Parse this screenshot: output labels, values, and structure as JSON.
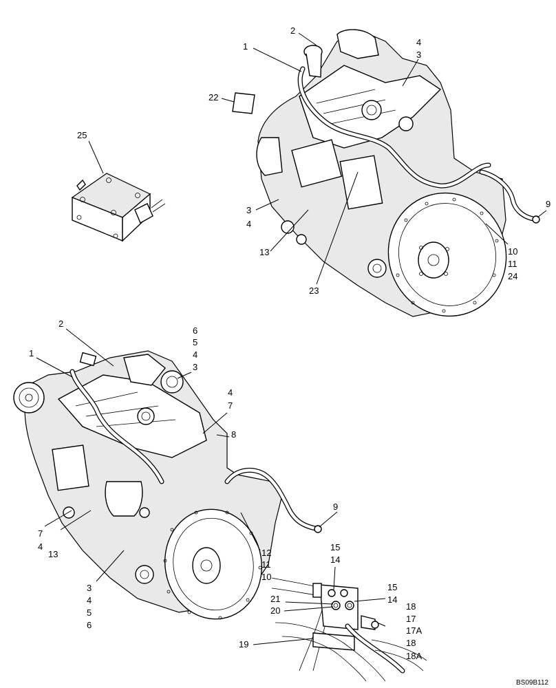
{
  "drawing_code": "BS09B112",
  "module": {
    "callout": "25"
  },
  "top_view": {
    "callouts": {
      "c1": "1",
      "c2": "2",
      "c4": "4",
      "c3": "3",
      "c22": "22",
      "c9": "9",
      "c3b": "3",
      "c4b": "4",
      "c13": "13",
      "c23": "23",
      "c10": "10",
      "c11": "11",
      "c24": "24"
    }
  },
  "bottom_view": {
    "callouts": {
      "c2": "2",
      "c1": "1",
      "c6": "6",
      "c5": "5",
      "c4": "4",
      "c3": "3",
      "c4b": "4",
      "c7": "7",
      "c8": "8",
      "c9": "9",
      "c7b": "7",
      "c4c": "4",
      "c13": "13",
      "c12": "12",
      "c11": "11",
      "c10": "10",
      "c3b": "3",
      "c4d": "4",
      "c5b": "5",
      "c6b": "6"
    }
  },
  "detail_view": {
    "callouts": {
      "c15": "15",
      "c14": "14",
      "c15b": "15",
      "c14b": "14",
      "c21": "21",
      "c20": "20",
      "c18": "18",
      "c17": "17",
      "c17a": "17A",
      "c18b": "18",
      "c18a": "18A",
      "c19": "19"
    }
  }
}
